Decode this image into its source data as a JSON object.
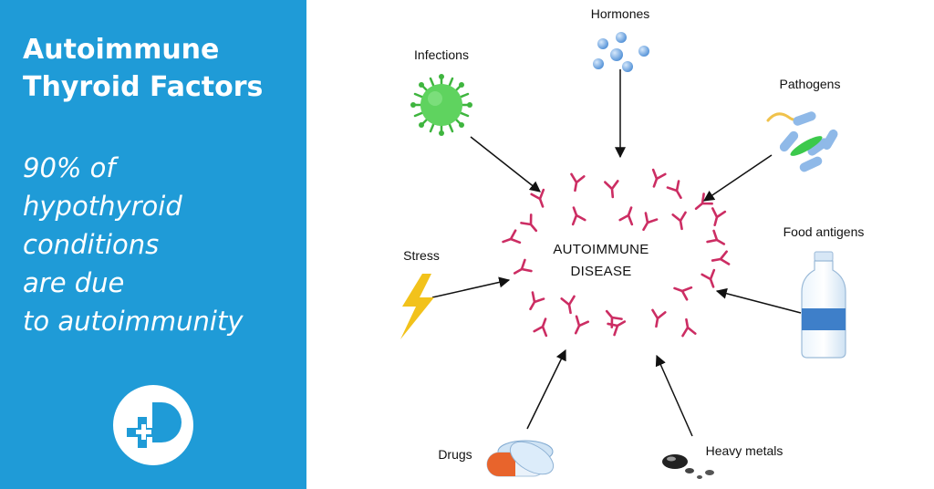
{
  "headline": {
    "line1": "Autoimmune",
    "line2": "Thyroid Factors"
  },
  "statement": {
    "lines": [
      "90% of",
      "hypothyroid",
      "conditions",
      "are due",
      "to autoimmunity"
    ]
  },
  "logo": {
    "icon": "medical-cross-d-logo"
  },
  "diagram": {
    "center_line1": "AUTOIMMUNE",
    "center_line2": "DISEASE",
    "factors": {
      "hormones": "Hormones",
      "infections": "Infections",
      "pathogens": "Pathogens",
      "stress": "Stress",
      "food_antigens": "Food antigens",
      "drugs": "Drugs",
      "heavy_metals": "Heavy metals"
    }
  },
  "colors": {
    "panel": "#1f9bd7",
    "antibody": "#cc2d63",
    "virus": "#5fd35f",
    "bolt": "#f2c21b"
  }
}
